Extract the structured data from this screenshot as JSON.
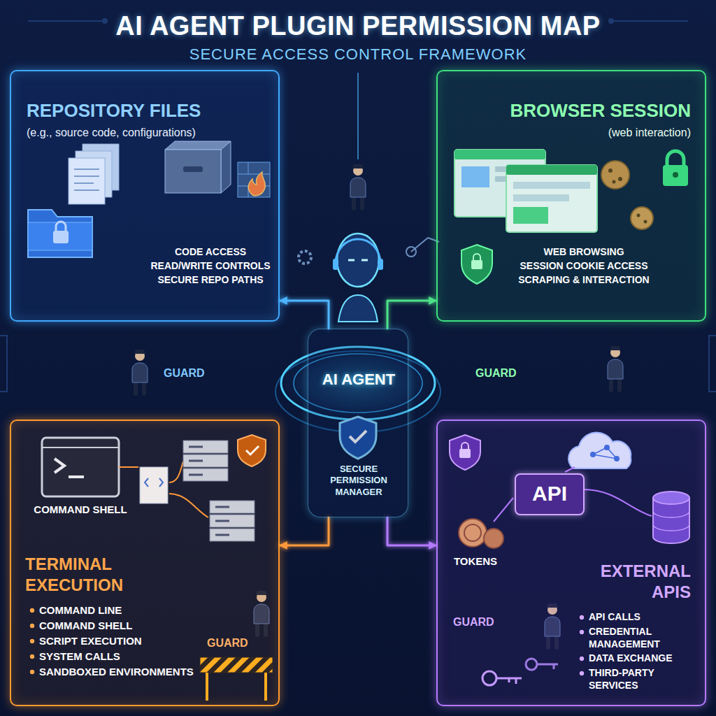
{
  "diagram": {
    "title": "AI AGENT PLUGIN PERMISSION MAP",
    "nodes": [
      {
        "text": [
          "REPOSITORY FILES",
          "(e.g., source code, configurations)",
          "CODE ACCESS",
          "READ/WRITE CONTROLS",
          "SECURE REPO PATHS"
        ]
      },
      {
        "text": [
          "BROWSER SESSION",
          "(web interaction)",
          "WEB BROWSING",
          "SESSION COOKIE ACCESS",
          "SCRAPING & INTERACTION"
        ]
      },
      {
        "text": [
          "AI AGENT",
          "SECURE PERMISSION MANAGER"
        ]
      },
      {
        "text": [
          "TERMINAL EXECUTION",
          "COMMAND LINE",
          "COMMAND SHELL",
          "SCRIPT EXECUTION",
          "SYSTEM CALLS",
          "SANDBOXED ENVIRONMENTS"
        ]
      },
      {
        "text": [
          "EXTERNAL APIS",
          "API CALLS",
          "CREDENTIAL MANAGEMENT",
          "DATA EXCHANGE",
          "THIRD-PARTY SERVICES"
        ]
      },
      {
        "text": [
          "API"
        ],
        "in": 4
      }
    ],
    "edges": [
      {
        "from": 2,
        "to": 0,
        "arrow": "to"
      },
      {
        "from": 2,
        "to": 1,
        "arrow": "to"
      },
      {
        "from": 2,
        "to": 3,
        "arrow": "to"
      },
      {
        "from": 2,
        "to": 4,
        "arrow": "to"
      }
    ],
    "labels": [
      "SECURE ACCESS CONTROL FRAMEWORK",
      "GUARD",
      "GUARD",
      "COMMAND SHELL",
      "TOKENS",
      "GUARD",
      "GUARD"
    ]
  }
}
